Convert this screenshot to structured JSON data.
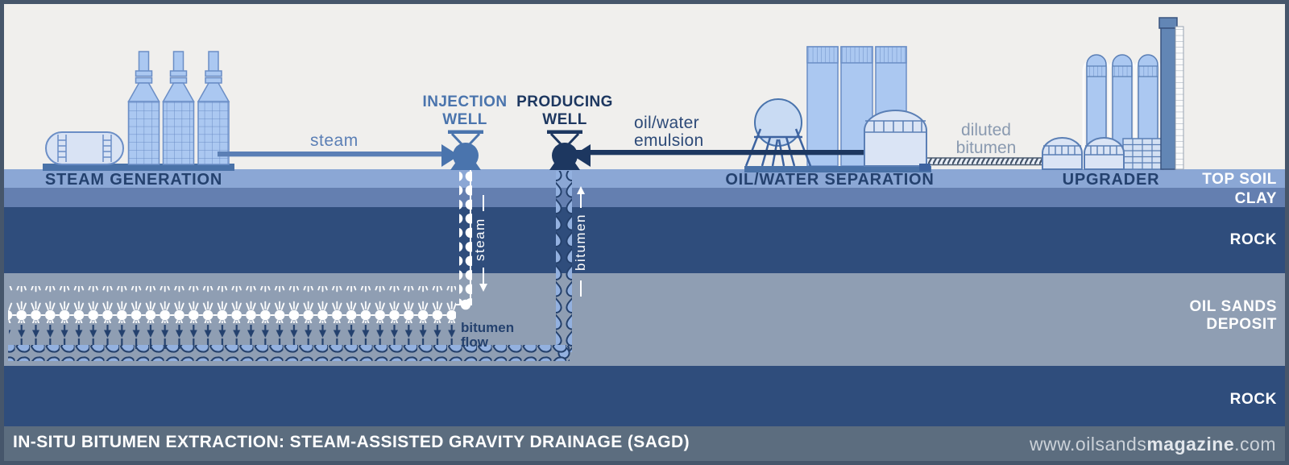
{
  "diagram": {
    "subject": "SAGD in-situ bitumen extraction schematic"
  },
  "facilities": {
    "steam_generation": "STEAM GENERATION",
    "oil_water_separation": "OIL/WATER SEPARATION",
    "upgrader": "UPGRADER"
  },
  "wells": {
    "injection_line1": "INJECTION",
    "injection_line2": "WELL",
    "producing_line1": "PRODUCING",
    "producing_line2": "WELL"
  },
  "pipes": {
    "steam": "steam",
    "emulsion_line1": "oil/water",
    "emulsion_line2": "emulsion",
    "diluted_line1": "diluted",
    "diluted_line2": "bitumen"
  },
  "layers": {
    "top_soil": "TOP SOIL",
    "clay": "CLAY",
    "rock_upper": "ROCK",
    "oil_sands_line1": "OIL SANDS",
    "oil_sands_line2": "DEPOSIT",
    "rock_lower": "ROCK"
  },
  "flows": {
    "steam_down": "steam",
    "bitumen_up": "bitumen",
    "bitumen_flow_line1": "bitumen",
    "bitumen_flow_line2": "flow"
  },
  "footer": {
    "title": "IN-SITU BITUMEN EXTRACTION: STEAM-ASSISTED GRAVITY DRAINAGE (SAGD)",
    "site_prefix": "www.oilsands",
    "site_bold": "magazine",
    "site_suffix": ".com"
  },
  "colors": {
    "sky": "#f0efed",
    "top_soil": "#8ba7d5",
    "clay": "#647fb0",
    "rock": "#2f4d7c",
    "oil_sands": "#8f9eb3",
    "footer_bar": "#5c6d7f",
    "frame": "#46566b",
    "steam_pipe": "#5b7fb5",
    "emulsion_pipe": "#1d3760",
    "injection_well": "#4a74ad",
    "producing_well": "#1d3760",
    "building_light": "#abc8f1",
    "tank_pale": "#dae4f5",
    "outline_blue": "#6b8ec6",
    "label_navy": "#24416e",
    "droplet_fill": "#93b1e0",
    "droplet_outline": "#24406b"
  }
}
